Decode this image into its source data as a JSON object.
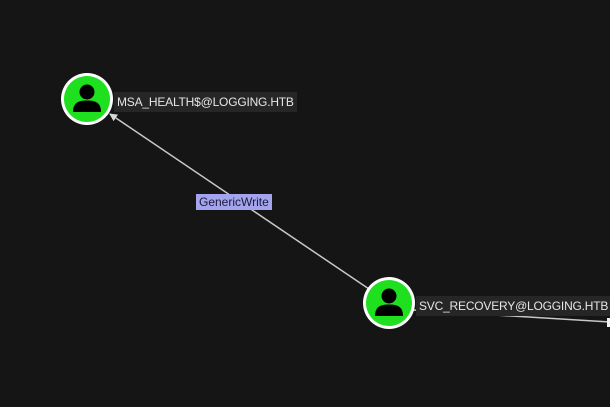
{
  "graph": {
    "nodes": [
      {
        "id": "msa_health",
        "label": "MSA_HEALTH$@LOGGING.HTB",
        "type": "User",
        "icon": "user-icon"
      },
      {
        "id": "svc_recovery",
        "label": "SVC_RECOVERY@LOGGING.HTB",
        "type": "User",
        "icon": "user-icon"
      }
    ],
    "edges": [
      {
        "from": "svc_recovery",
        "to": "msa_health",
        "label": "GenericWrite"
      }
    ]
  },
  "colors": {
    "background": "#151515",
    "user_node_fill": "#1fe01f",
    "node_ring": "#ffffff",
    "edge_line": "#c8c8c8",
    "edge_label_bg": "#a3a3ee",
    "node_label_bg": "#262626"
  }
}
